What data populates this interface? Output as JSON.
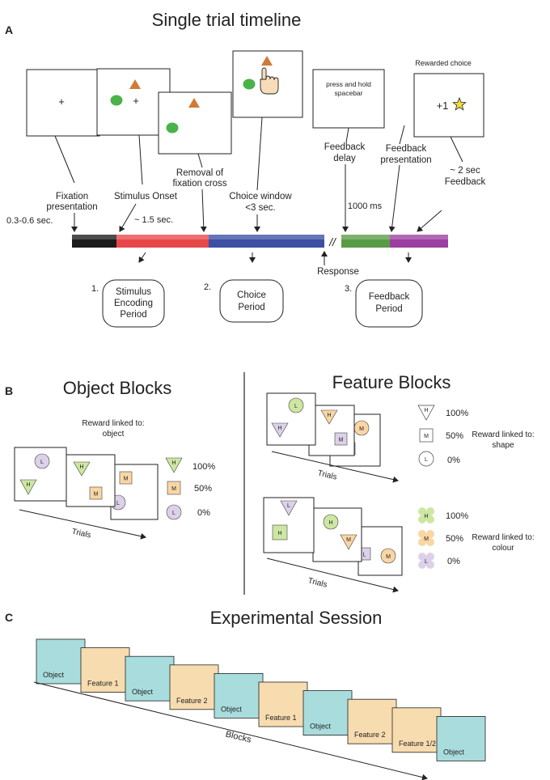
{
  "panel_a": {
    "letter": "A",
    "title": "Single trial timeline",
    "screens": {
      "fix_symbol": "+",
      "stim_symbol": "+",
      "delay_text_1": "press and hold",
      "delay_text_2": "spacebar",
      "reward_caption": "Rewarded choice",
      "reward_text": "+1"
    },
    "labels": {
      "fixation_1": "Fixation",
      "fixation_2": "presentation",
      "fixation_dur": "0.3-0.6 sec.",
      "stim_onset": "Stimulus Onset",
      "stim_dur": "~ 1.5 sec.",
      "removal_1": "Removal of",
      "removal_2": "fixation cross",
      "choice_1": "Choice window",
      "choice_2": "<3 sec.",
      "delay_1": "Feedback",
      "delay_2": "delay",
      "delay_dur": "1000 ms",
      "fbpres_1": "Feedback",
      "fbpres_2": "presentation",
      "fb_1": "~ 2 sec",
      "fb_2": "Feedback",
      "break": "//",
      "response": "Response"
    },
    "periods": [
      {
        "num": "1.",
        "lines": [
          "Stimulus",
          "Encoding",
          "Period"
        ]
      },
      {
        "num": "2.",
        "lines": [
          "Choice",
          "Period"
        ]
      },
      {
        "num": "3.",
        "lines": [
          "Feedback",
          "Period"
        ]
      }
    ],
    "colors": {
      "fixation": "#1b1b1b",
      "stimulus": "#e8474a",
      "choice": "#3c4fa3",
      "delay": "#5a9b45",
      "feedback": "#9b3fa0",
      "green_object": "#49b349",
      "orange_object": "#d07a3a",
      "star": "#f3dc3c"
    }
  },
  "panel_b": {
    "letter": "B",
    "object_title": "Object Blocks",
    "object_reward_1": "Reward linked to:",
    "object_reward_2": "object",
    "feature_title": "Feature Blocks",
    "shape_reward_1": "Reward linked to:",
    "shape_reward_2": "shape",
    "colour_reward_1": "Reward linked to:",
    "colour_reward_2": "colour",
    "trials": "Trials",
    "letters": {
      "high": "H",
      "mid": "M",
      "low": "L"
    },
    "percents": {
      "high": "100%",
      "mid": "50%",
      "low": "0%"
    },
    "colors": {
      "green": "#cde7a2",
      "orange": "#f9d6a4",
      "purple": "#ddd1ea"
    }
  },
  "panel_c": {
    "letter": "C",
    "title": "Experimental Session",
    "blocks_label": "Blocks",
    "blocks": [
      {
        "label": "Object",
        "kind": "object"
      },
      {
        "label": "Feature 1",
        "kind": "feature"
      },
      {
        "label": "Object",
        "kind": "object"
      },
      {
        "label": "Feature 2",
        "kind": "feature"
      },
      {
        "label": "Object",
        "kind": "object"
      },
      {
        "label": "Feature 1",
        "kind": "feature"
      },
      {
        "label": "Object",
        "kind": "object"
      },
      {
        "label": "Feature 2",
        "kind": "feature"
      },
      {
        "label": "Feature 1/2",
        "kind": "feature"
      },
      {
        "label": "Object",
        "kind": "object"
      }
    ],
    "colors": {
      "object": "#a9dddd",
      "feature": "#f7dcb0"
    }
  }
}
